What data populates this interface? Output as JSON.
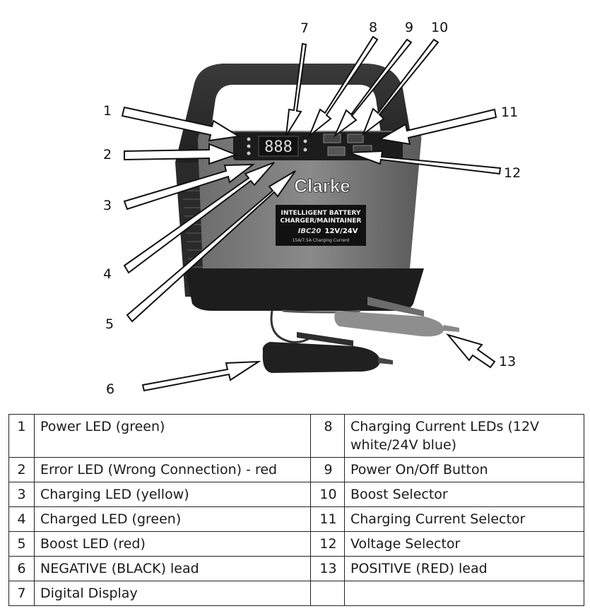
{
  "callouts": [
    "1",
    "2",
    "3",
    "4",
    "5",
    "6",
    "7",
    "8",
    "9",
    "10",
    "11",
    "12",
    "13"
  ],
  "device": {
    "brand": "Clarke",
    "product_line1": "INTELLIGENT BATTERY",
    "product_line2": "CHARGER/MAINTAINER",
    "model": "IBC20",
    "voltage": "12V/24V",
    "current": "15A/7.5A Charging Current",
    "display": "888"
  },
  "parts": [
    {
      "left_num": "1",
      "left_text": "Power LED (green)",
      "right_num": "8",
      "right_text": "Charging Current LEDs (12V white/24V blue)"
    },
    {
      "left_num": "2",
      "left_text": "Error LED (Wrong Connection) - red",
      "right_num": "9",
      "right_text": "Power On/Off Button"
    },
    {
      "left_num": "3",
      "left_text": "Charging LED (yellow)",
      "right_num": "10",
      "right_text": "Boost Selector"
    },
    {
      "left_num": "4",
      "left_text": "Charged LED (green)",
      "right_num": "11",
      "right_text": "Charging Current Selector"
    },
    {
      "left_num": "5",
      "left_text": "Boost LED (red)",
      "right_num": "12",
      "right_text": "Voltage Selector"
    },
    {
      "left_num": "6",
      "left_text": "NEGATIVE (BLACK) lead",
      "right_num": "13",
      "right_text": "POSITIVE (RED) lead"
    },
    {
      "left_num": "7",
      "left_text": "Digital Display",
      "right_num": "",
      "right_text": ""
    }
  ]
}
